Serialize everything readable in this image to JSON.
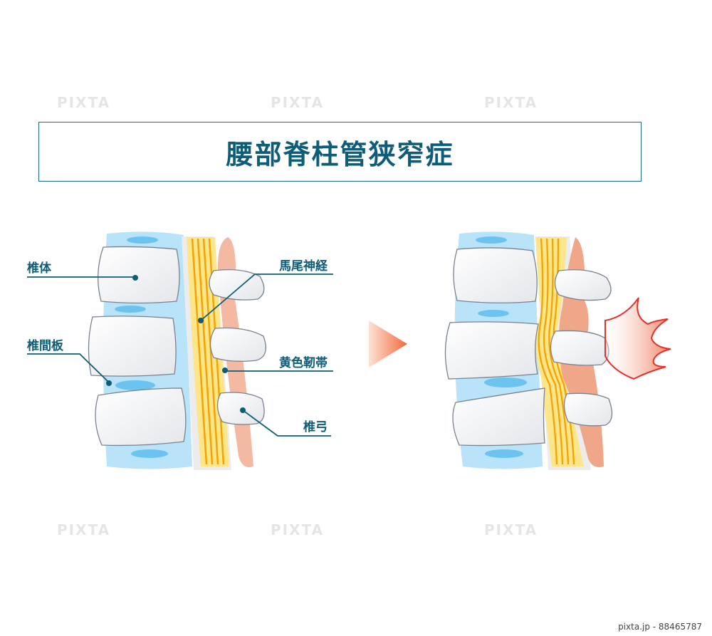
{
  "title": "腰部脊柱管狭窄症",
  "labels": {
    "vertebral_body": "椎体",
    "intervertebral_disc": "椎間板",
    "cauda_equina": "馬尾神経",
    "ligamentum_flavum": "黄色靭帯",
    "vertebral_arch": "椎弓"
  },
  "watermark": "PIXTA",
  "footer": "pixta.jp - 88465787",
  "colors": {
    "accent": "#0e5d78",
    "bone_bg": "#b9e3f8",
    "disc": "#6cc3ef",
    "nerve": "#f5a300",
    "ligament": "#f4b9a3",
    "pain": "#e8302a"
  }
}
